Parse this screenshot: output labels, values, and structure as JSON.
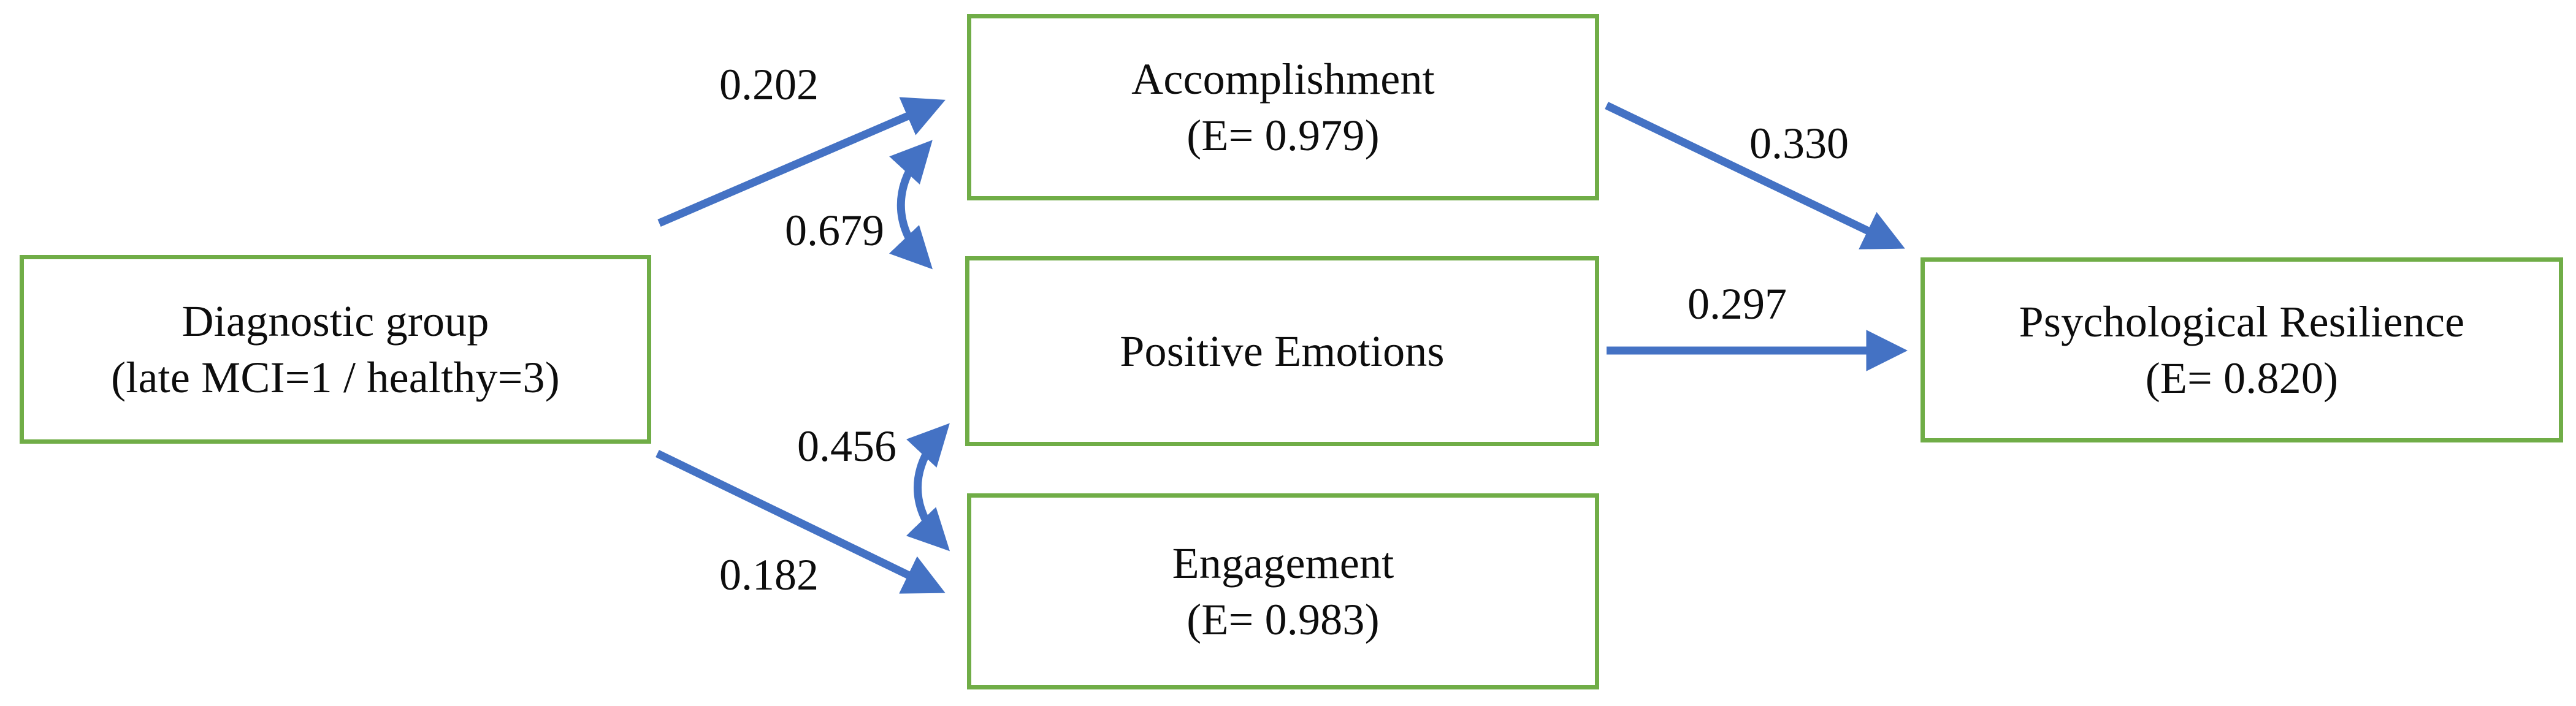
{
  "diagram": {
    "type": "path-diagram",
    "title": "",
    "colors": {
      "node_border": "#70ad47",
      "node_fill": "#ffffff",
      "arrow": "#4472c4",
      "text": "#0d0d0d",
      "background": "#ffffff"
    },
    "nodes": [
      {
        "id": "diagnostic-group",
        "line1": "Diagnostic group",
        "line2": "(late MCI=1 / healthy=3)"
      },
      {
        "id": "accomplishment",
        "line1": "Accomplishment",
        "line2": "(E= 0.979)"
      },
      {
        "id": "positive-emotions",
        "line1": "Positive Emotions",
        "line2": ""
      },
      {
        "id": "engagement",
        "line1": "Engagement",
        "line2": "(E= 0.983)"
      },
      {
        "id": "psychological-resilience",
        "line1": "Psychological Resilience",
        "line2": "(E= 0.820)"
      }
    ],
    "paths": [
      {
        "id": "diag-to-accomplishment",
        "from": "diagnostic-group",
        "to": "accomplishment",
        "coefficient": "0.202",
        "style": "single-headed"
      },
      {
        "id": "accomplishment-with-positive",
        "from": "accomplishment",
        "to": "positive-emotions",
        "coefficient": "0.679",
        "style": "double-headed-curved"
      },
      {
        "id": "positive-with-engagement",
        "from": "positive-emotions",
        "to": "engagement",
        "coefficient": "0.456",
        "style": "double-headed-curved"
      },
      {
        "id": "diag-to-engagement",
        "from": "diagnostic-group",
        "to": "engagement",
        "coefficient": "0.182",
        "style": "single-headed"
      },
      {
        "id": "accomplishment-to-resilience",
        "from": "accomplishment",
        "to": "psychological-resilience",
        "coefficient": "0.330",
        "style": "single-headed"
      },
      {
        "id": "positive-to-resilience",
        "from": "positive-emotions",
        "to": "psychological-resilience",
        "coefficient": "0.297",
        "style": "single-headed"
      }
    ]
  }
}
